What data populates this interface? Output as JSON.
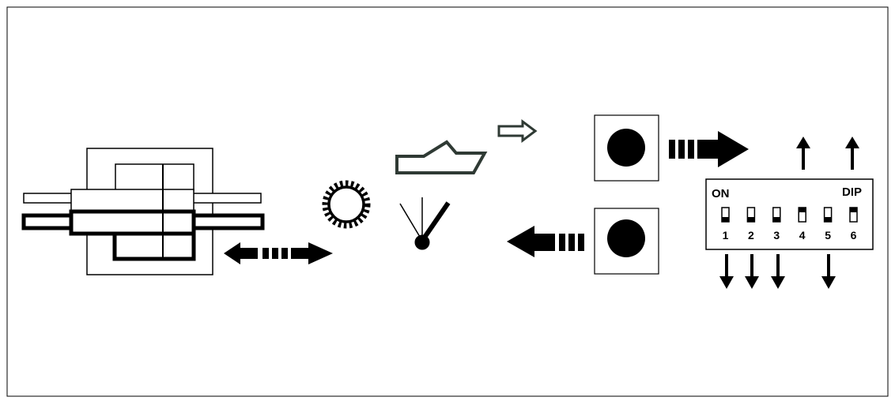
{
  "dip": {
    "on_label": "ON",
    "dip_label": "DIP",
    "switches": [
      {
        "number": "1",
        "state": "down"
      },
      {
        "number": "2",
        "state": "down"
      },
      {
        "number": "3",
        "state": "down"
      },
      {
        "number": "4",
        "state": "up"
      },
      {
        "number": "5",
        "state": "down"
      },
      {
        "number": "6",
        "state": "up"
      }
    ]
  },
  "icons": {
    "cylinder": "hydraulic-cylinder-icon",
    "gear": "gear-icon",
    "boat": "boat-icon",
    "gauge": "gauge-needle-icon",
    "outline_arrow": "outline-arrow-icon",
    "button_top": "push-button-icon",
    "button_bottom": "push-button-icon"
  },
  "colors": {
    "line": "#000000",
    "boat_outline": "#2f3a34",
    "background": "#ffffff"
  }
}
